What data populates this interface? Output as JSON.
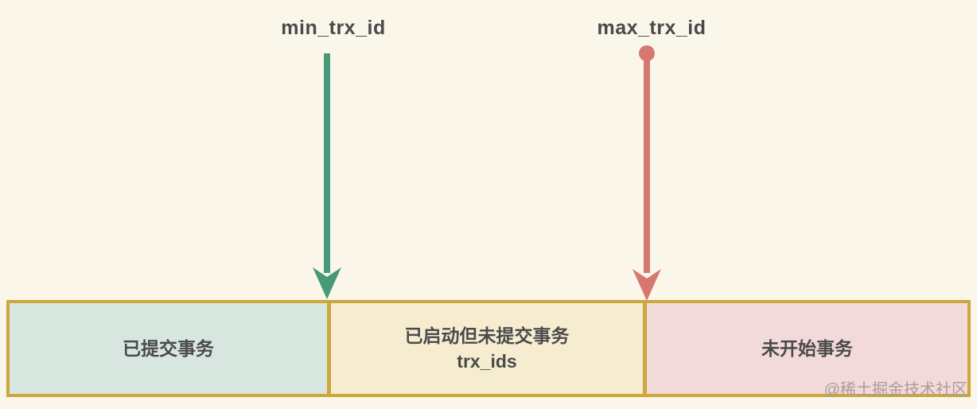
{
  "markers": {
    "min": {
      "label": "min_trx_id"
    },
    "max": {
      "label": "max_trx_id"
    }
  },
  "bar": {
    "sections": [
      {
        "label": "已提交事务",
        "sublabel": ""
      },
      {
        "label": "已启动但未提交事务",
        "sublabel": "trx_ids"
      },
      {
        "label": "未开始事务",
        "sublabel": ""
      }
    ]
  },
  "watermark": {
    "text": "@稀土掘金技术社区"
  },
  "colors": {
    "background": "#faf6e9",
    "min-arrow": "#48997a",
    "max-arrow": "#d5786f",
    "bar-border": "#cba73d",
    "section-committed": "#d7e7e0",
    "section-active": "#f6edd0",
    "section-not-started": "#f3dada",
    "text": "#4a4a4b",
    "watermark": "#a99d99"
  }
}
